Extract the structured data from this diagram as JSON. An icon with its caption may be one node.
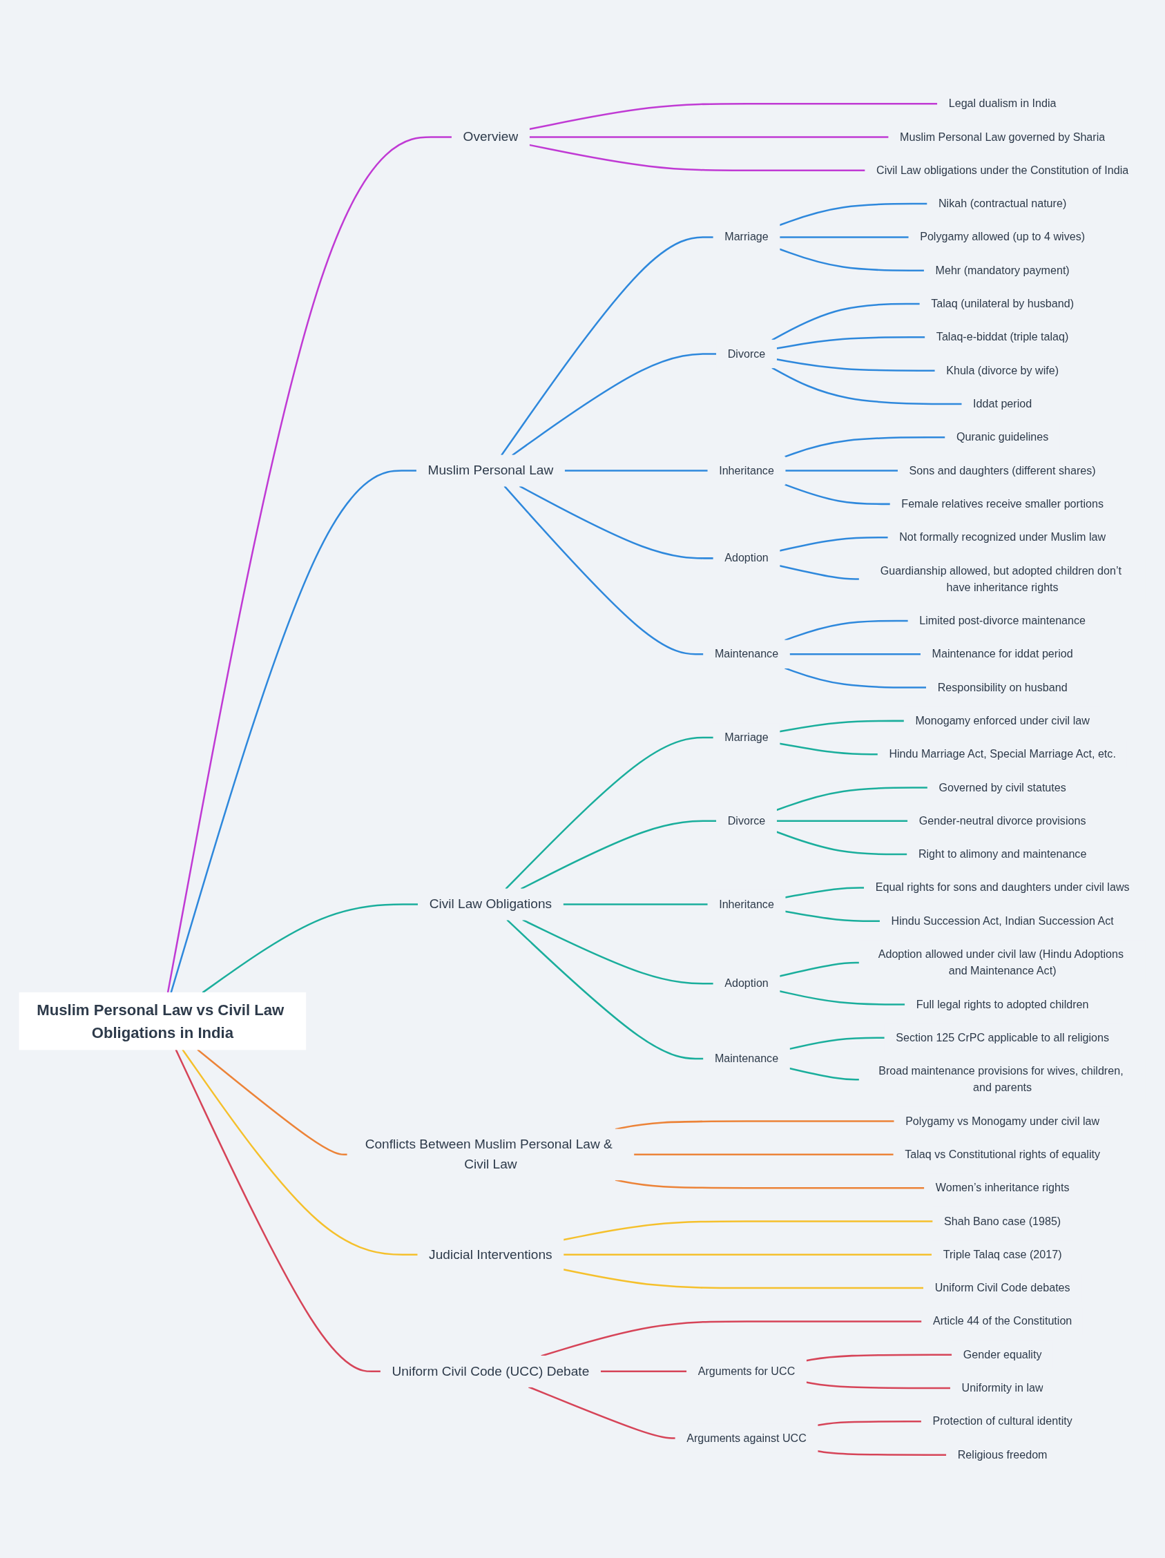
{
  "diagram": {
    "nodes": [
      {
        "text": [
          "Muslim Personal Law vs Civil Law Obligations in India"
        ]
      },
      {
        "text": [
          "Overview"
        ]
      },
      {
        "text": [
          "Legal dualism in India"
        ]
      },
      {
        "text": [
          "Muslim Personal Law governed by Sharia"
        ]
      },
      {
        "text": [
          "Civil Law obligations under the Constitution of India"
        ]
      },
      {
        "text": [
          "Muslim Personal Law"
        ]
      },
      {
        "text": [
          "Marriage"
        ]
      },
      {
        "text": [
          "Nikah (contractual nature)"
        ]
      },
      {
        "text": [
          "Polygamy allowed (up to 4 wives)"
        ]
      },
      {
        "text": [
          "Mehr (mandatory payment)"
        ]
      },
      {
        "text": [
          "Divorce"
        ]
      },
      {
        "text": [
          "Talaq (unilateral by husband)"
        ]
      },
      {
        "text": [
          "Talaq-e-biddat (triple talaq)"
        ]
      },
      {
        "text": [
          "Khula (divorce by wife)"
        ]
      },
      {
        "text": [
          "Iddat period"
        ]
      },
      {
        "text": [
          "Inheritance"
        ]
      },
      {
        "text": [
          "Quranic guidelines"
        ]
      },
      {
        "text": [
          "Sons and daughters (different shares)"
        ]
      },
      {
        "text": [
          "Female relatives receive smaller portions"
        ]
      },
      {
        "text": [
          "Adoption"
        ]
      },
      {
        "text": [
          "Not formally recognized under Muslim law"
        ]
      },
      {
        "text": [
          "Guardianship allowed, but adopted children don’t have inheritance rights"
        ]
      },
      {
        "text": [
          "Maintenance"
        ]
      },
      {
        "text": [
          "Limited post-divorce maintenance"
        ]
      },
      {
        "text": [
          "Maintenance for iddat period"
        ]
      },
      {
        "text": [
          "Responsibility on husband"
        ]
      },
      {
        "text": [
          "Civil Law Obligations"
        ]
      },
      {
        "text": [
          "Marriage"
        ]
      },
      {
        "text": [
          "Monogamy enforced under civil law"
        ]
      },
      {
        "text": [
          "Hindu Marriage Act, Special Marriage Act, etc."
        ]
      },
      {
        "text": [
          "Divorce"
        ]
      },
      {
        "text": [
          "Governed by civil statutes"
        ]
      },
      {
        "text": [
          "Gender-neutral divorce provisions"
        ]
      },
      {
        "text": [
          "Right to alimony and maintenance"
        ]
      },
      {
        "text": [
          "Inheritance"
        ]
      },
      {
        "text": [
          "Equal rights for sons and daughters under civil laws"
        ]
      },
      {
        "text": [
          "Hindu Succession Act, Indian Succession Act"
        ]
      },
      {
        "text": [
          "Adoption"
        ]
      },
      {
        "text": [
          "Adoption allowed under civil law (Hindu Adoptions and Maintenance Act)"
        ]
      },
      {
        "text": [
          "Full legal rights to adopted children"
        ]
      },
      {
        "text": [
          "Maintenance"
        ]
      },
      {
        "text": [
          "Section 125 CrPC applicable to all religions"
        ]
      },
      {
        "text": [
          "Broad maintenance provisions for wives, children, and parents"
        ]
      },
      {
        "text": [
          "Conflicts Between Muslim Personal Law & Civil Law"
        ]
      },
      {
        "text": [
          "Polygamy vs Monogamy under civil law"
        ]
      },
      {
        "text": [
          "Talaq vs Constitutional rights of equality"
        ]
      },
      {
        "text": [
          "Women’s inheritance rights"
        ]
      },
      {
        "text": [
          "Judicial Interventions"
        ]
      },
      {
        "text": [
          "Shah Bano case (1985)"
        ]
      },
      {
        "text": [
          "Triple Talaq case (2017)"
        ]
      },
      {
        "text": [
          "Uniform Civil Code debates"
        ]
      },
      {
        "text": [
          "Uniform Civil Code (UCC) Debate"
        ]
      },
      {
        "text": [
          "Article 44 of the Constitution"
        ]
      },
      {
        "text": [
          "Arguments for UCC"
        ]
      },
      {
        "text": [
          "Gender equality"
        ]
      },
      {
        "text": [
          "Uniformity in law"
        ]
      },
      {
        "text": [
          "Arguments against UCC"
        ]
      },
      {
        "text": [
          "Protection of cultural identity"
        ]
      },
      {
        "text": [
          "Religious freedom"
        ]
      }
    ],
    "edges": [
      {
        "from": 0,
        "to": 1,
        "arrow": "none",
        "color": "#c03ad4"
      },
      {
        "from": 1,
        "to": 2,
        "arrow": "none",
        "color": "#c03ad4"
      },
      {
        "from": 1,
        "to": 3,
        "arrow": "none",
        "color": "#c03ad4"
      },
      {
        "from": 1,
        "to": 4,
        "arrow": "none",
        "color": "#c03ad4"
      },
      {
        "from": 0,
        "to": 5,
        "arrow": "none",
        "color": "#2e88dc"
      },
      {
        "from": 5,
        "to": 6,
        "arrow": "none",
        "color": "#2e88dc"
      },
      {
        "from": 6,
        "to": 7,
        "arrow": "none",
        "color": "#2e88dc"
      },
      {
        "from": 6,
        "to": 8,
        "arrow": "none",
        "color": "#2e88dc"
      },
      {
        "from": 6,
        "to": 9,
        "arrow": "none",
        "color": "#2e88dc"
      },
      {
        "from": 5,
        "to": 10,
        "arrow": "none",
        "color": "#2e88dc"
      },
      {
        "from": 10,
        "to": 11,
        "arrow": "none",
        "color": "#2e88dc"
      },
      {
        "from": 10,
        "to": 12,
        "arrow": "none",
        "color": "#2e88dc"
      },
      {
        "from": 10,
        "to": 13,
        "arrow": "none",
        "color": "#2e88dc"
      },
      {
        "from": 10,
        "to": 14,
        "arrow": "none",
        "color": "#2e88dc"
      },
      {
        "from": 5,
        "to": 15,
        "arrow": "none",
        "color": "#2e88dc"
      },
      {
        "from": 15,
        "to": 16,
        "arrow": "none",
        "color": "#2e88dc"
      },
      {
        "from": 15,
        "to": 17,
        "arrow": "none",
        "color": "#2e88dc"
      },
      {
        "from": 15,
        "to": 18,
        "arrow": "none",
        "color": "#2e88dc"
      },
      {
        "from": 5,
        "to": 19,
        "arrow": "none",
        "color": "#2e88dc"
      },
      {
        "from": 19,
        "to": 20,
        "arrow": "none",
        "color": "#2e88dc"
      },
      {
        "from": 19,
        "to": 21,
        "arrow": "none",
        "color": "#2e88dc"
      },
      {
        "from": 5,
        "to": 22,
        "arrow": "none",
        "color": "#2e88dc"
      },
      {
        "from": 22,
        "to": 23,
        "arrow": "none",
        "color": "#2e88dc"
      },
      {
        "from": 22,
        "to": 24,
        "arrow": "none",
        "color": "#2e88dc"
      },
      {
        "from": 22,
        "to": 25,
        "arrow": "none",
        "color": "#2e88dc"
      },
      {
        "from": 0,
        "to": 26,
        "arrow": "none",
        "color": "#1aae9c"
      },
      {
        "from": 26,
        "to": 27,
        "arrow": "none",
        "color": "#1aae9c"
      },
      {
        "from": 27,
        "to": 28,
        "arrow": "none",
        "color": "#1aae9c"
      },
      {
        "from": 27,
        "to": 29,
        "arrow": "none",
        "color": "#1aae9c"
      },
      {
        "from": 26,
        "to": 30,
        "arrow": "none",
        "color": "#1aae9c"
      },
      {
        "from": 30,
        "to": 31,
        "arrow": "none",
        "color": "#1aae9c"
      },
      {
        "from": 30,
        "to": 32,
        "arrow": "none",
        "color": "#1aae9c"
      },
      {
        "from": 30,
        "to": 33,
        "arrow": "none",
        "color": "#1aae9c"
      },
      {
        "from": 26,
        "to": 34,
        "arrow": "none",
        "color": "#1aae9c"
      },
      {
        "from": 34,
        "to": 35,
        "arrow": "none",
        "color": "#1aae9c"
      },
      {
        "from": 34,
        "to": 36,
        "arrow": "none",
        "color": "#1aae9c"
      },
      {
        "from": 26,
        "to": 37,
        "arrow": "none",
        "color": "#1aae9c"
      },
      {
        "from": 37,
        "to": 38,
        "arrow": "none",
        "color": "#1aae9c"
      },
      {
        "from": 37,
        "to": 39,
        "arrow": "none",
        "color": "#1aae9c"
      },
      {
        "from": 26,
        "to": 40,
        "arrow": "none",
        "color": "#1aae9c"
      },
      {
        "from": 40,
        "to": 41,
        "arrow": "none",
        "color": "#1aae9c"
      },
      {
        "from": 40,
        "to": 42,
        "arrow": "none",
        "color": "#1aae9c"
      },
      {
        "from": 0,
        "to": 43,
        "arrow": "none",
        "color": "#ec8338"
      },
      {
        "from": 43,
        "to": 44,
        "arrow": "none",
        "color": "#ec8338"
      },
      {
        "from": 43,
        "to": 45,
        "arrow": "none",
        "color": "#ec8338"
      },
      {
        "from": 43,
        "to": 46,
        "arrow": "none",
        "color": "#ec8338"
      },
      {
        "from": 0,
        "to": 47,
        "arrow": "none",
        "color": "#f5c02c"
      },
      {
        "from": 47,
        "to": 48,
        "arrow": "none",
        "color": "#f5c02c"
      },
      {
        "from": 47,
        "to": 49,
        "arrow": "none",
        "color": "#f5c02c"
      },
      {
        "from": 47,
        "to": 50,
        "arrow": "none",
        "color": "#f5c02c"
      },
      {
        "from": 0,
        "to": 51,
        "arrow": "none",
        "color": "#d64458"
      },
      {
        "from": 51,
        "to": 52,
        "arrow": "none",
        "color": "#d64458"
      },
      {
        "from": 51,
        "to": 53,
        "arrow": "none",
        "color": "#d64458"
      },
      {
        "from": 53,
        "to": 54,
        "arrow": "none",
        "color": "#d64458"
      },
      {
        "from": 53,
        "to": 55,
        "arrow": "none",
        "color": "#d64458"
      },
      {
        "from": 51,
        "to": 56,
        "arrow": "none",
        "color": "#d64458"
      },
      {
        "from": 56,
        "to": 57,
        "arrow": "none",
        "color": "#d64458"
      },
      {
        "from": 56,
        "to": 58,
        "arrow": "none",
        "color": "#d64458"
      }
    ]
  }
}
